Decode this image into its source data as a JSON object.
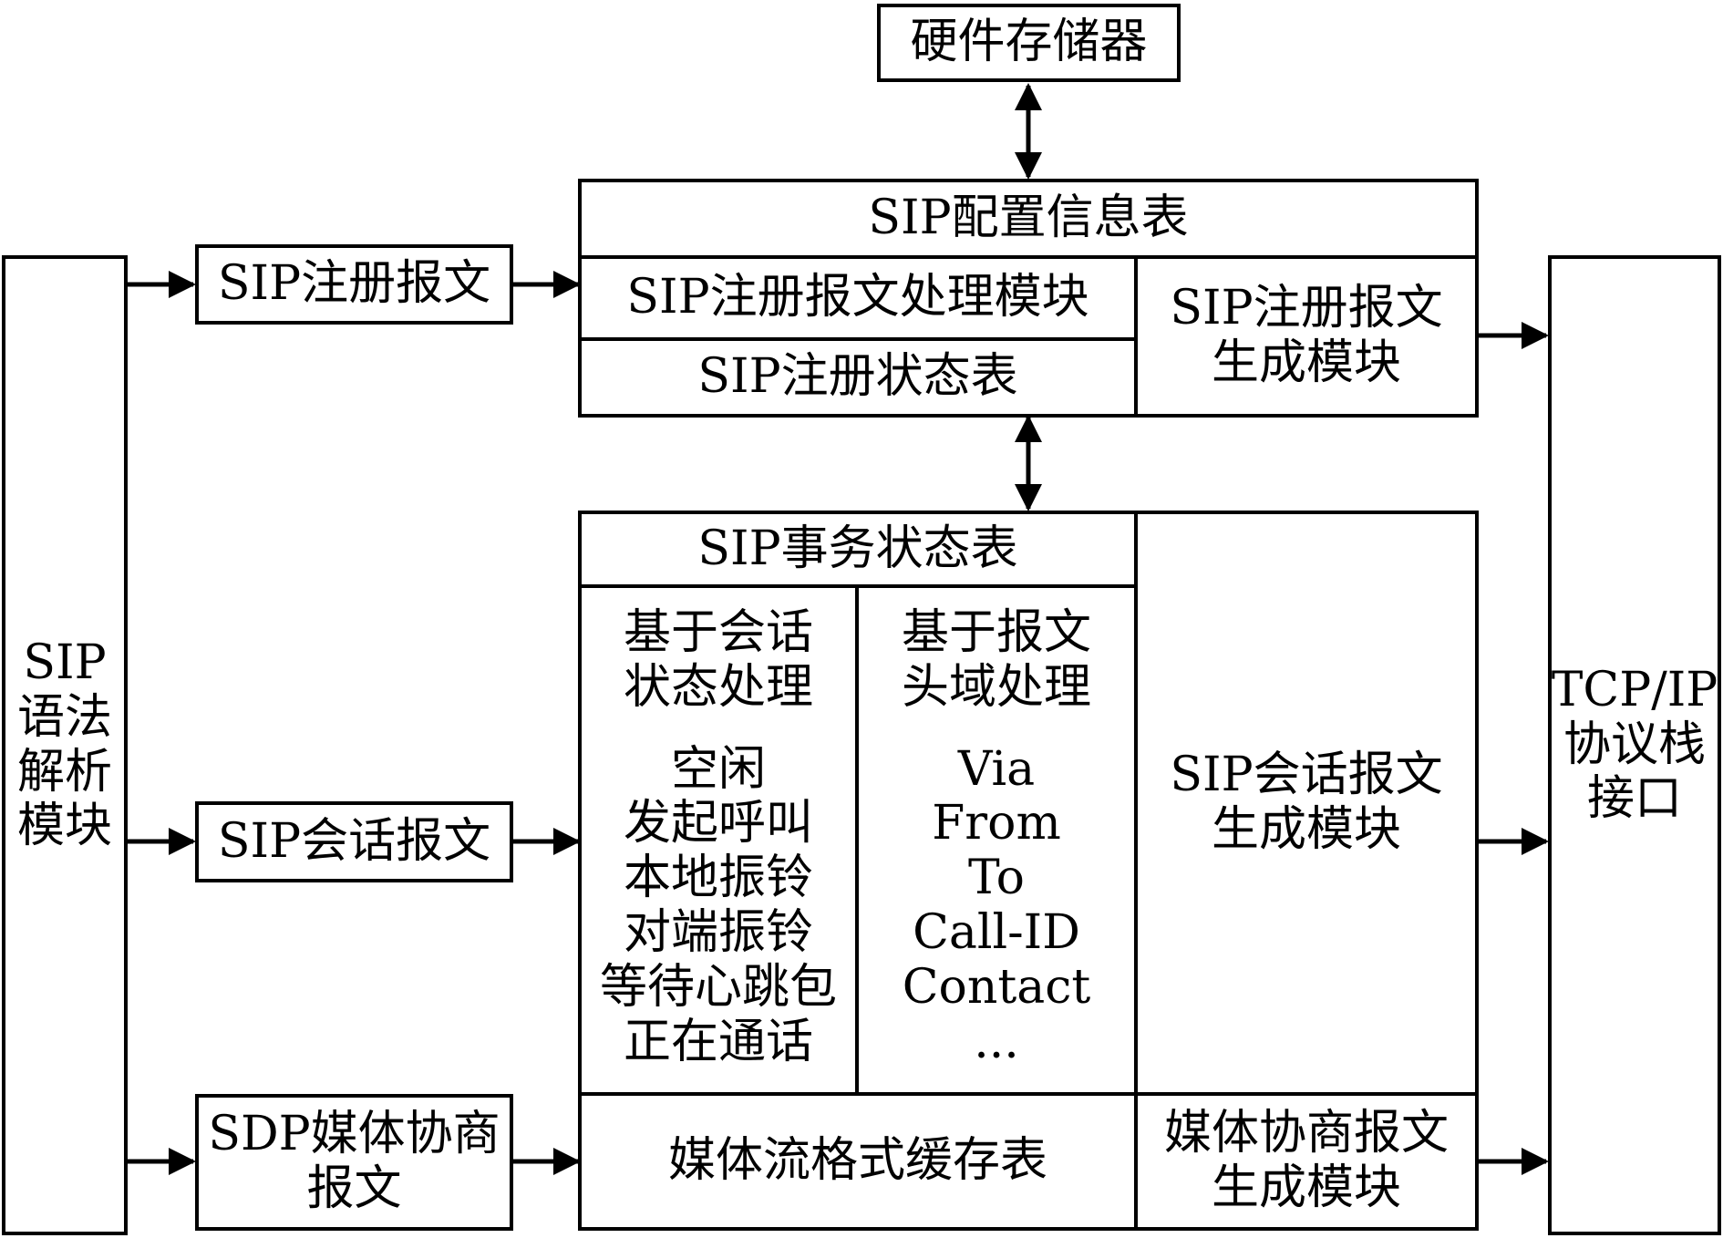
{
  "storage": {
    "label": "硬件存储器"
  },
  "left": {
    "parser_lines": [
      "SIP",
      "语法",
      "解析",
      "模块"
    ]
  },
  "inputs": {
    "register_msg": "SIP注册报文",
    "session_msg": "SIP会话报文",
    "sdp_msg_lines": [
      "SDP媒体协商",
      "报文"
    ]
  },
  "config": {
    "config_table": "SIP配置信息表",
    "register_process": "SIP注册报文处理模块",
    "register_state": "SIP注册状态表",
    "register_gen_lines": [
      "SIP注册报文",
      "生成模块"
    ]
  },
  "transaction": {
    "table": "SIP事务状态表",
    "session_state_title": [
      "基于会话",
      "状态处理"
    ],
    "session_states": [
      "空闲",
      "发起呼叫",
      "本地振铃",
      "对端振铃",
      "等待心跳包",
      "正在通话"
    ],
    "header_title": [
      "基于报文",
      "头域处理"
    ],
    "header_fields": [
      "Via",
      "From",
      "To",
      "Call-ID",
      "Contact",
      "..."
    ],
    "session_gen_lines": [
      "SIP会话报文",
      "生成模块"
    ]
  },
  "media": {
    "format_cache": "媒体流格式缓存表",
    "media_gen_lines": [
      "媒体协商报文",
      "生成模块"
    ]
  },
  "right": {
    "tcpip_lines": [
      "TCP/IP",
      "协议栈",
      "接口"
    ]
  }
}
